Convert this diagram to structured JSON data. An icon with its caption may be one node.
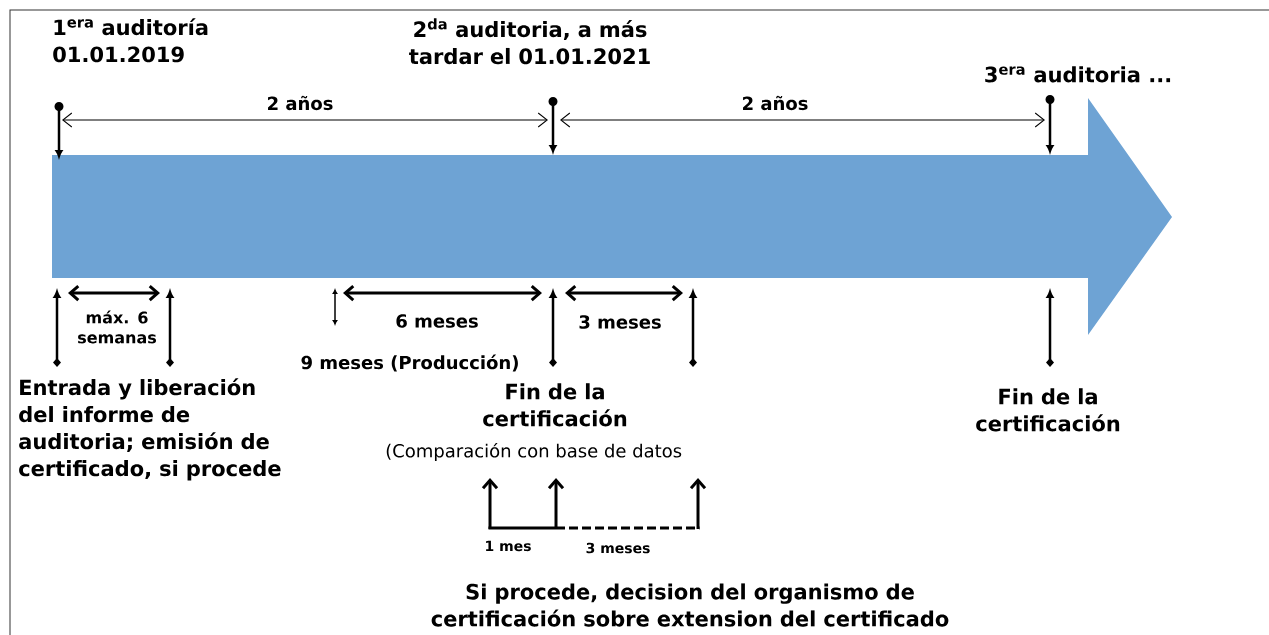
{
  "diagram": {
    "labels": [
      "1$^{era}$ auditoría 01.01.2019",
      "2$^{da}$ auditoria, a más tardar el 01.01.2021",
      "3$^{era}$ auditoria ...",
      "2 años",
      "2 años",
      "máx. 6 semanas",
      "6 meses",
      "3 meses",
      "9 meses (Producción)",
      "Entrada y liberación del informe de auditoria; emisión de certificado, si procede",
      "Fin de la certificación",
      "(Comparación con base de datos",
      "Fin de la certificación",
      "1 mes",
      "3 meses",
      "Si procede, decision del organismo de certificación sobre extension del certificado"
    ]
  }
}
